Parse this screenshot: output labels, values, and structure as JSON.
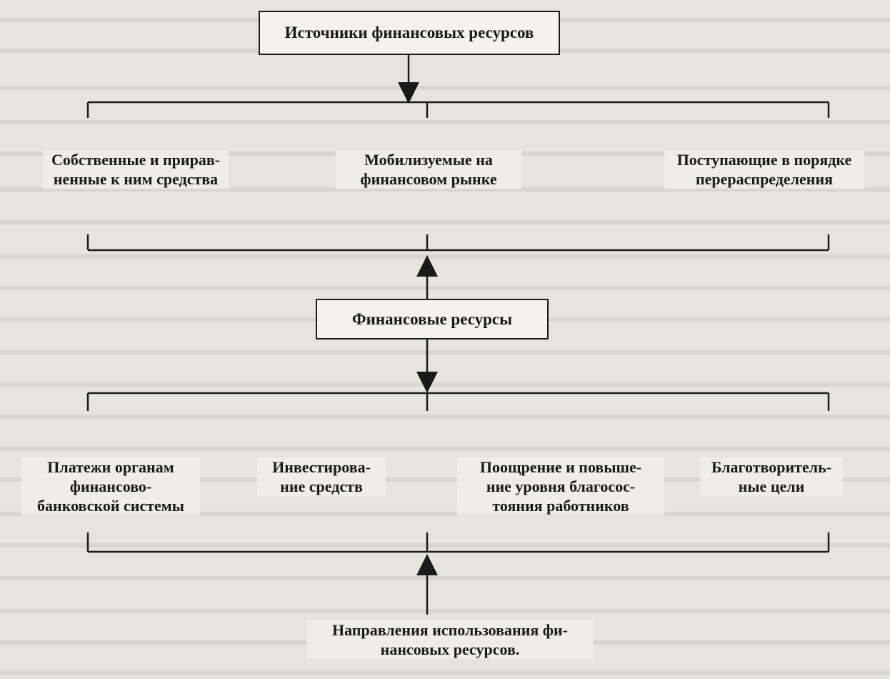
{
  "diagram": {
    "sources_title": "Источники финансовых ресурсов",
    "sources": [
      "Собственные и прирав-\nненные к ним средства",
      "Мобилизуемые на\nфинансовом рынке",
      "Поступающие в порядке\nперераспределения"
    ],
    "center": "Финансовые ресурсы",
    "uses": [
      "Платежи органам\nфинансово-\nбанковской системы",
      "Инвестирова-\nние средств",
      "Поощрение и повыше-\nние уровня благосос-\nтояния работников",
      "Благотворитель-\nные цели"
    ],
    "uses_title": "Направления использования фи-\nнансовых ресурсов."
  }
}
